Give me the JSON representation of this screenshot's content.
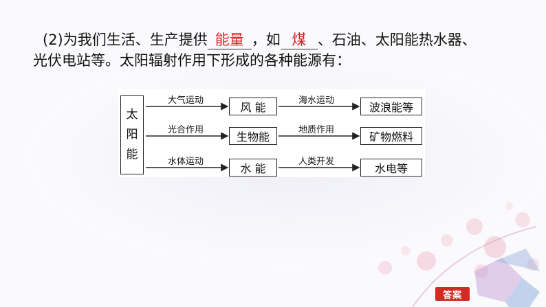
{
  "text": {
    "line1_a": "(2)为我们生活、生产提供",
    "blank1": "能量",
    "line1_b": "，如",
    "blank2": "煤",
    "line1_c": "、石油、太阳能热水器、",
    "line2": "光伏电站等。太阳辐射作用下形成的各种能源有："
  },
  "diagram": {
    "source": [
      "太",
      "阳",
      "能"
    ],
    "rows": [
      {
        "label1": "大气运动",
        "middle": "风 能",
        "label2": "海水运动",
        "end": "波浪能等"
      },
      {
        "label1": "光合作用",
        "middle": "生物能",
        "label2": "地质作用",
        "end": "矿物燃料"
      },
      {
        "label1": "水体运动",
        "middle": "水 能",
        "label2": "人类开发",
        "end": "水电等"
      }
    ]
  },
  "answer_button": "答案",
  "colors": {
    "accent": "#d6231f",
    "button_bg": "#d42a22"
  }
}
